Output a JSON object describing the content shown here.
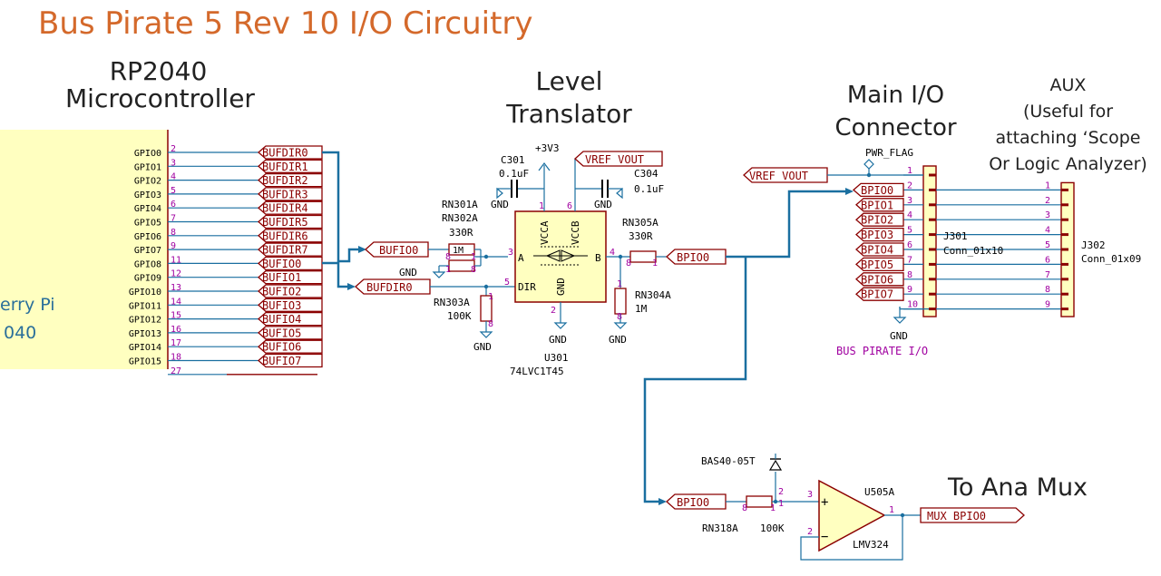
{
  "title": "Bus Pirate 5 Rev 10 I/O Circuitry",
  "headings": {
    "mcu": [
      "RP2040",
      "Microcontroller"
    ],
    "translator": [
      "Level",
      "Translator"
    ],
    "main_io": [
      "Main I/O",
      "Connector"
    ],
    "aux": [
      "AUX",
      "(Useful for",
      "attaching ‘Scope",
      "Or Logic Analyzer)"
    ],
    "ana_mux": "To Ana Mux"
  },
  "mcu": {
    "name_partial": [
      "erry Pi",
      "040"
    ],
    "gpio_pins": [
      {
        "name": "GPIO0",
        "pin": "2",
        "net": "BUFDIR0"
      },
      {
        "name": "GPIO1",
        "pin": "3",
        "net": "BUFDIR1"
      },
      {
        "name": "GPIO2",
        "pin": "4",
        "net": "BUFDIR2"
      },
      {
        "name": "GPIO3",
        "pin": "5",
        "net": "BUFDIR3"
      },
      {
        "name": "GPIO4",
        "pin": "6",
        "net": "BUFDIR4"
      },
      {
        "name": "GPIO5",
        "pin": "7",
        "net": "BUFDIR5"
      },
      {
        "name": "GPIO6",
        "pin": "8",
        "net": "BUFDIR6"
      },
      {
        "name": "GPIO7",
        "pin": "9",
        "net": "BUFDIR7"
      },
      {
        "name": "GPIO8",
        "pin": "11",
        "net": "BUFIO0"
      },
      {
        "name": "GPIO9",
        "pin": "12",
        "net": "BUFIO1"
      },
      {
        "name": "GPIO10",
        "pin": "13",
        "net": "BUFIO2"
      },
      {
        "name": "GPIO11",
        "pin": "14",
        "net": "BUFIO3"
      },
      {
        "name": "GPIO12",
        "pin": "15",
        "net": "BUFIO4"
      },
      {
        "name": "GPIO13",
        "pin": "16",
        "net": "BUFIO5"
      },
      {
        "name": "GPIO14",
        "pin": "17",
        "net": "BUFIO6"
      },
      {
        "name": "GPIO15",
        "pin": "18",
        "net": "BUFIO7"
      }
    ],
    "cut_pin": "27"
  },
  "translator": {
    "ref": "U301",
    "part": "74LVC1T45",
    "pins": {
      "vcca": "VCCA",
      "vccb": "VCCB",
      "a": "A",
      "b": "B",
      "dir": "DIR",
      "gnd": "GND"
    },
    "pin_nums": {
      "vcca": "1",
      "vccb": "6",
      "a": "3",
      "b": "4",
      "dir": "5",
      "gnd": "2"
    }
  },
  "power": {
    "v3v3": "+3V3",
    "vref": "VREF_VOUT",
    "gnd": "GND",
    "pwr_flag": "PWR_FLAG"
  },
  "caps": {
    "c301": {
      "ref": "C301",
      "value": "0.1uF"
    },
    "c304": {
      "ref": "C304",
      "value": "0.1uF"
    }
  },
  "resistors": {
    "rn301": {
      "ref1": "RN301A",
      "ref2": "RN302A",
      "value": "330R",
      "value2": "1M",
      "pins": [
        "8",
        "1",
        "1",
        "8"
      ]
    },
    "rn303": {
      "ref": "RN303A",
      "value": "100K",
      "pins": [
        "1",
        "8"
      ]
    },
    "rn305": {
      "ref": "RN305A",
      "value": "330R",
      "pins": [
        "8",
        "1"
      ]
    },
    "rn304": {
      "ref": "RN304A",
      "value": "1M",
      "pins": [
        "1",
        "8"
      ]
    },
    "rn318": {
      "ref": "RN318A",
      "value": "100K",
      "pins": [
        "8",
        "1"
      ]
    }
  },
  "nets": {
    "bufio0": "BUFIO0",
    "bufdir0": "BUFDIR0",
    "bpio0": "BPIO0",
    "mux": "MUX_BPIO0"
  },
  "j301": {
    "ref": "J301",
    "part": "Conn_01x10",
    "group_label": "BUS PIRATE I/O",
    "pins": [
      "1",
      "2",
      "3",
      "4",
      "5",
      "6",
      "7",
      "8",
      "9",
      "10"
    ],
    "nets": [
      "BPIO0",
      "BPIO1",
      "BPIO2",
      "BPIO3",
      "BPIO4",
      "BPIO5",
      "BPIO6",
      "BPIO7"
    ]
  },
  "j302": {
    "ref": "J302",
    "part": "Conn_01x09",
    "pins": [
      "1",
      "2",
      "3",
      "4",
      "5",
      "6",
      "7",
      "8",
      "9"
    ]
  },
  "opamp": {
    "ref": "U505A",
    "part": "LMV324",
    "pins": {
      "plus": "3",
      "minus": "2",
      "out": "1"
    }
  },
  "diode": {
    "ref": "BAS40-05T",
    "pins": [
      "2",
      "1"
    ]
  }
}
